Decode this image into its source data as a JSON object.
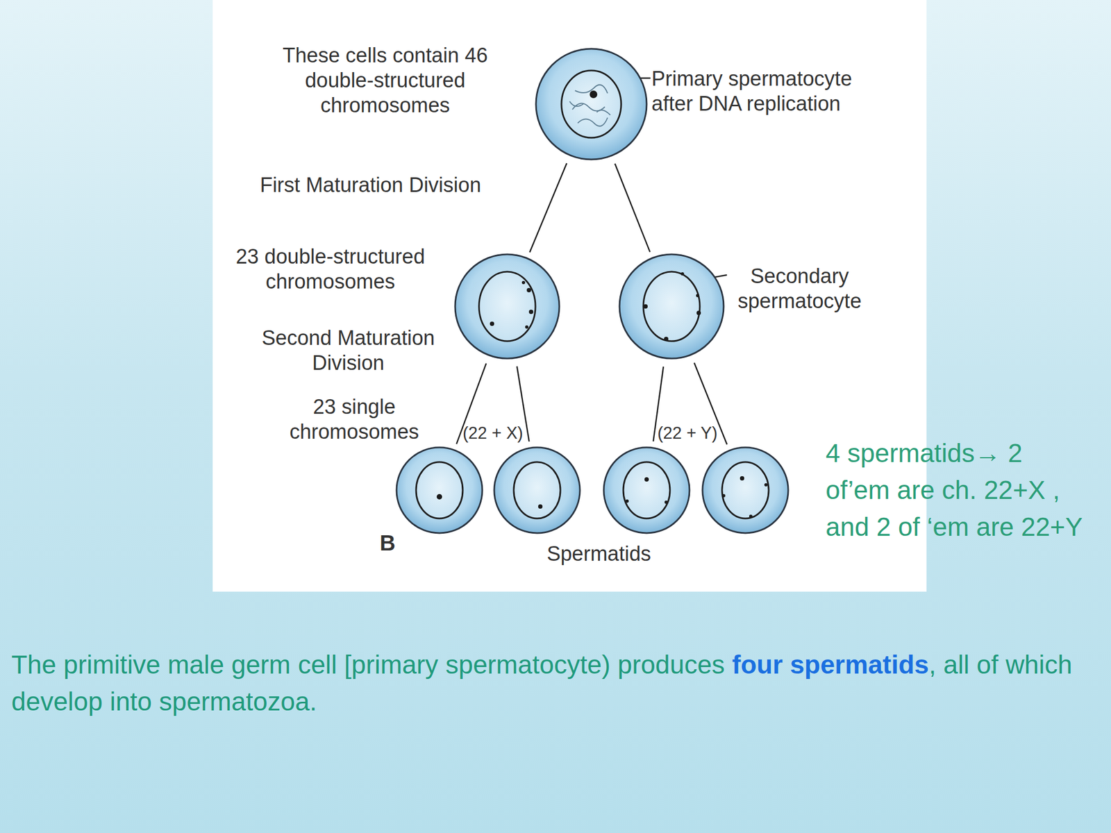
{
  "diagram": {
    "nodes": [
      {
        "text": [
          "Primary spermatocyte after DNA replication"
        ]
      },
      {
        "text": []
      },
      {
        "text": [
          "Secondary spermatocyte"
        ]
      },
      {
        "text": []
      },
      {
        "text": []
      },
      {
        "text": []
      },
      {
        "text": []
      }
    ],
    "edges": [
      {
        "from": 0,
        "to": 1,
        "arrow": "none"
      },
      {
        "from": 0,
        "to": 2,
        "arrow": "none"
      },
      {
        "from": 1,
        "to": 3,
        "arrow": "none"
      },
      {
        "from": 1,
        "to": 4,
        "arrow": "none"
      },
      {
        "from": 2,
        "to": 5,
        "arrow": "none"
      },
      {
        "from": 2,
        "to": 6,
        "arrow": "none"
      }
    ],
    "labels": [
      "These cells contain 46 double-structured chromosomes",
      "First Maturation Division",
      "23 double-structured chromosomes",
      "Second Maturation Division",
      "23 single chromosomes",
      "(22 + X)",
      "(22 + Y)",
      "4 spermatids→ 2 of’em are ch. 22+X , and 2 of ‘em are 22+Y",
      "B",
      "Spermatids",
      "The primitive male germ cell [primary spermatocyte) produces",
      "four spermatids",
      ", all of which develop into spermatozoa."
    ]
  }
}
